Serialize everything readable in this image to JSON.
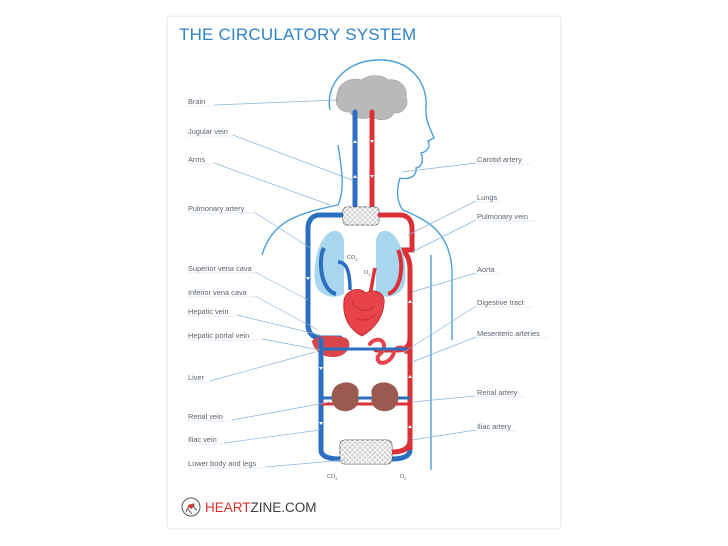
{
  "title": "THE CIRCULATORY SYSTEM",
  "labels": {
    "brain": "Brain",
    "jugular_vein": "Jugular vein",
    "arms": "Arms",
    "pulmonary_artery": "Pulmonary artery",
    "superior_vena_cava": "Superior vena cava",
    "inferior_vena_cava": "Inferior vena cava",
    "hepatic_vein": "Hepatic vein",
    "hepatic_portal_vein": "Hepatic portal vein",
    "liver": "Liver",
    "renal_vein": "Renal vein",
    "iliac_vein": "Iliac vein",
    "lower_body_and_legs": "Lower body and legs",
    "carotid_artery": "Carotid artery",
    "lungs": "Lungs",
    "pulmonary_vein": "Pulmonary vein",
    "aorta": "Aorta",
    "digestive_tract": "Digestive tract",
    "mesenteric_arteries": "Mesenteric arteries",
    "renal_artery": "Renal artery",
    "iliac_artery": "Iliac artery"
  },
  "gas_labels": {
    "co2_lungs": "CO",
    "co2_lungs_sub": "2",
    "o2_lungs": "O",
    "o2_lungs_sub": "2",
    "co2_bottom": "CO",
    "co2_bottom_sub": "2",
    "o2_bottom": "O",
    "o2_bottom_sub": "2"
  },
  "logo": {
    "brand_heart": "HEART",
    "brand_rest": "ZINE.COM"
  },
  "colors": {
    "title": "#2f82c6",
    "vein_blue": "#2a6fc0",
    "artery_red": "#dc3037",
    "body_outline": "#4a9fd8",
    "lung_blue": "#a9d6ef",
    "brain_gray": "#b9b9b9",
    "organ_red": "#e8434a",
    "kidney_brown": "#9a5a50",
    "liver_red": "#d9474c"
  }
}
